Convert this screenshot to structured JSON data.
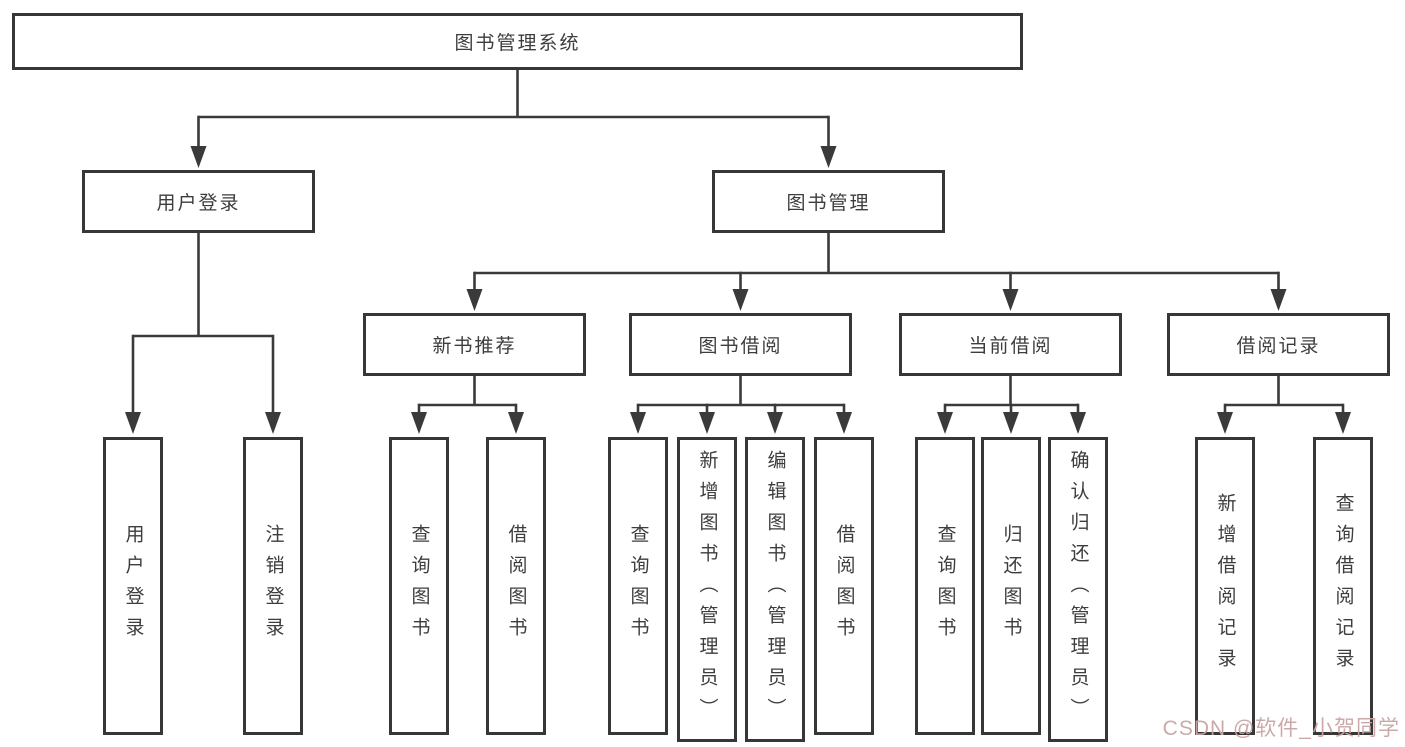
{
  "diagram": {
    "root": "图书管理系统",
    "branch_user": {
      "label": "用户登录",
      "children": [
        "用户登录",
        "注销登录"
      ]
    },
    "branch_mgmt": {
      "label": "图书管理",
      "groups": [
        {
          "label": "新书推荐",
          "children": [
            "查询图书",
            "借阅图书"
          ]
        },
        {
          "label": "图书借阅",
          "children": [
            "查询图书",
            "新增图书（管理员）",
            "编辑图书（管理员）",
            "借阅图书"
          ]
        },
        {
          "label": "当前借阅",
          "children": [
            "查询图书",
            "归还图书",
            "确认归还（管理员）"
          ]
        },
        {
          "label": "借阅记录",
          "children": [
            "新增借阅记录",
            "查询借阅记录"
          ]
        }
      ]
    }
  },
  "watermark": "CSDN @软件_小贺同学",
  "colors": {
    "line": "#3a3a3a",
    "text": "#3d3d3d",
    "watermark_text": "#c9a4a4",
    "background": "#ffffff"
  }
}
